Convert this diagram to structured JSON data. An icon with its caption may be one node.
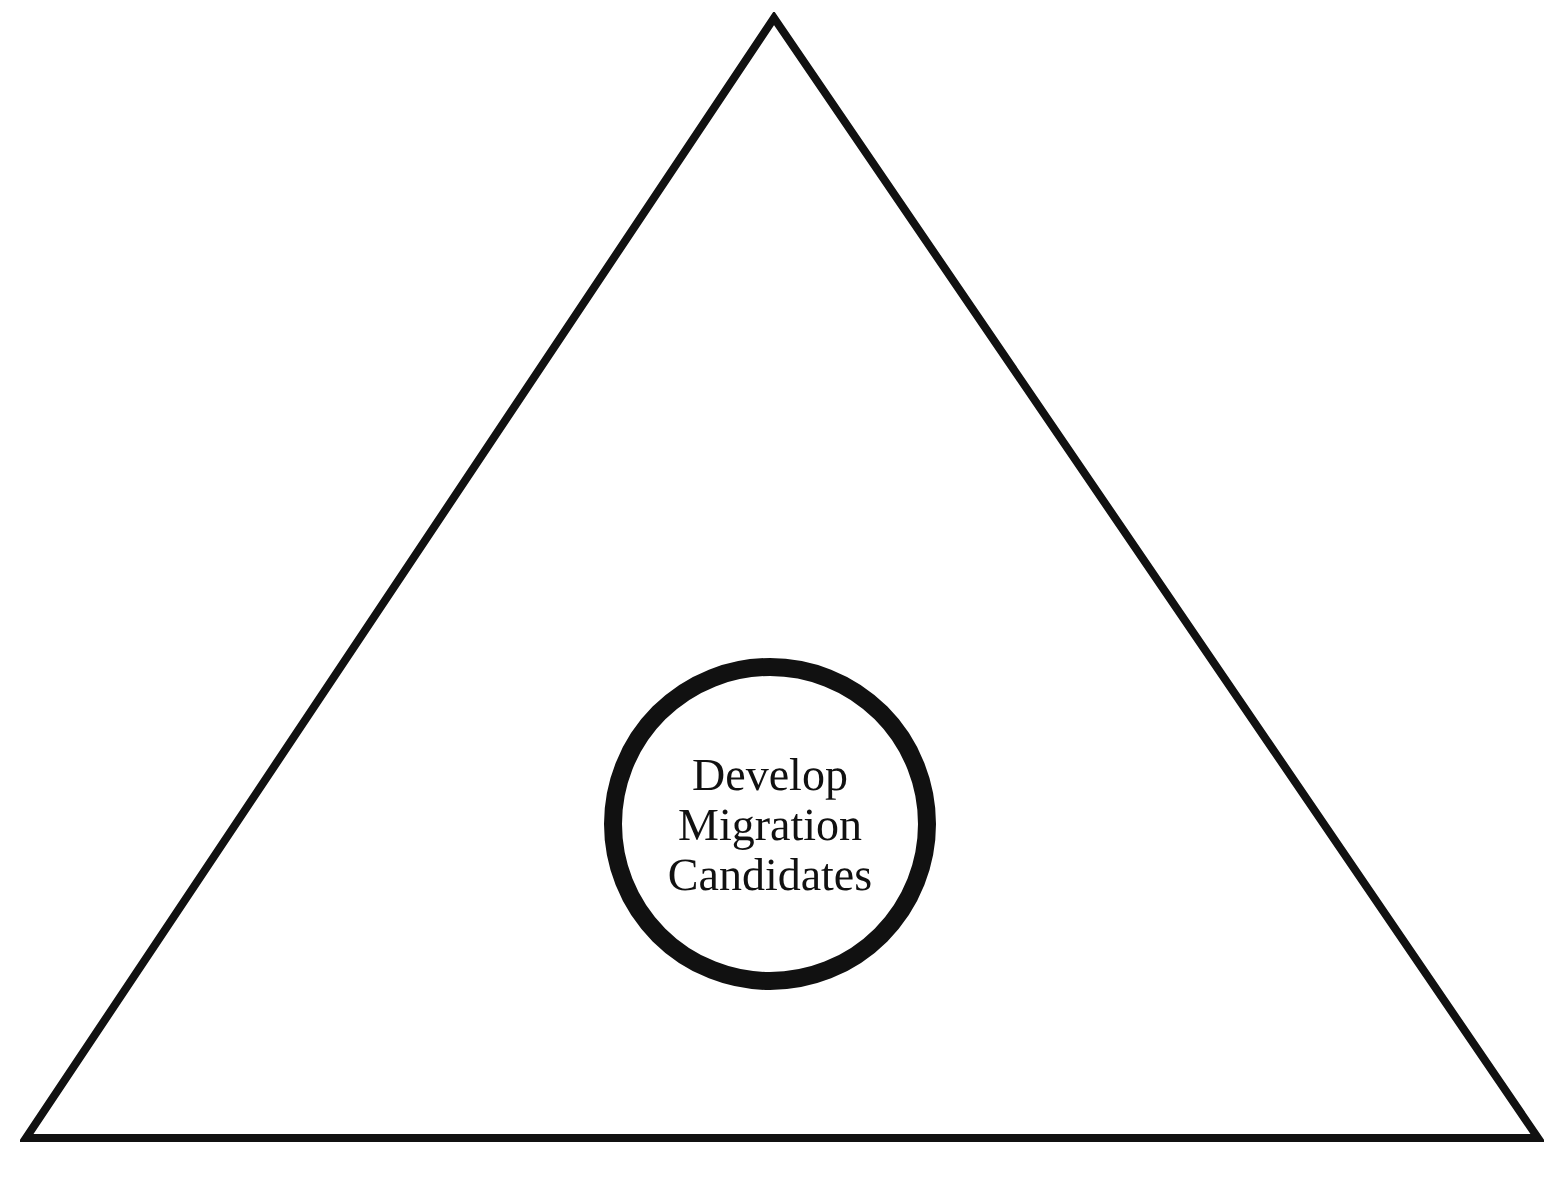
{
  "diagram": {
    "nodes": [
      {
        "text": [],
        "shape": "triangle"
      },
      {
        "text": [
          "Develop Migration Candidates"
        ],
        "in": 0
      }
    ]
  }
}
